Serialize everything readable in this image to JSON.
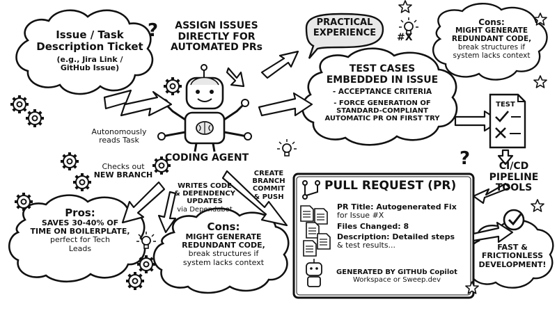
{
  "colors": {
    "ink": "#111111",
    "paper": "#ffffff",
    "fill_grey": "#e8e8e8",
    "fill_light": "#f4f4f4"
  },
  "icons": [
    "gear-icon",
    "question-mark-icon",
    "lightbulb-icon",
    "star-icon",
    "lightning-icon",
    "robot-icon",
    "brain-icon",
    "clipboard-checklist-icon",
    "git-branch-icon",
    "document-icon",
    "checkmark-badge-icon",
    "arrow-icon"
  ],
  "issue_cloud": {
    "title_line1": "Issue / Task",
    "title_line2": "Description Ticket",
    "sub_line1": "(e.g., Jira Link /",
    "sub_line2": "GitHub Issue)"
  },
  "heading": {
    "line1": "ASSIGN ISSUES",
    "line2": "DIRECTLY FOR",
    "line3": "AUTOMATED PRs"
  },
  "agent": {
    "label": "CODING AGENT",
    "reads_line1": "Autonomously",
    "reads_line2": "reads Task",
    "checks_line1": "Checks out",
    "checks_line2": "NEW BRANCH",
    "writes_line1": "WRITES CODE",
    "writes_line2": "& DEPENDENCY",
    "writes_line3": "UPDATES",
    "writes_line4": "via Dependabot",
    "create_line1": "CREATE",
    "create_line2": "BRANCH",
    "create_line3": "COMMIT",
    "create_line4": "& PUSH"
  },
  "practical": {
    "line1": "PRACTICAL",
    "line2": "EXPERIENCE"
  },
  "test_cloud": {
    "title_line1": "TEST CASES",
    "title_line2": "EMBEDDED IN ISSUE",
    "item1": "- ACCEPTANCE CRITERIA",
    "item2_line1": "- FORCE GENERATION OF",
    "item2_line2": "STANDARD-COMPLIANT",
    "item2_line3": "AUTOMATIC PR ON FIRST TRY"
  },
  "cons_top": {
    "title": "Cons:",
    "line1": "MIGHT GENERATE",
    "line2": "REDUNDANT CODE,",
    "line3": "break structures if",
    "line4": "system lacks context"
  },
  "test_doc": {
    "label": "TEST"
  },
  "cicd": {
    "line1": "CI/CD",
    "line2": "PIPELINE",
    "line3": "TOOLS"
  },
  "pros": {
    "title": "Pros:",
    "line1": "SAVES 30-40% OF",
    "line2": "TIME ON BOILERPLATE,",
    "line3": "perfect for Tech",
    "line4": "Leads"
  },
  "cons_bottom": {
    "title": "Cons:",
    "line1": "MIGHT GENERATE",
    "line2": "REDUNDANT CODE,",
    "line3": "break structures if",
    "line4": "system lacks context"
  },
  "pr": {
    "title": "PULL REQUEST (PR)",
    "pr_title_line1": "PR Title: Autogenerated Fix",
    "pr_title_line2": "for Issue #X",
    "files": "Files Changed: 8",
    "desc_line1": "Description: Detailed steps",
    "desc_line2": "& test results...",
    "gen_line1": "GENERATED BY GITHUb Copilot",
    "gen_line2": "Workspace or Sweep.dev"
  },
  "fast": {
    "line1": "FAST &",
    "line2": "FRICTIONLESS",
    "line3": "DEVELOPMENT!"
  },
  "hash_label": "#X"
}
